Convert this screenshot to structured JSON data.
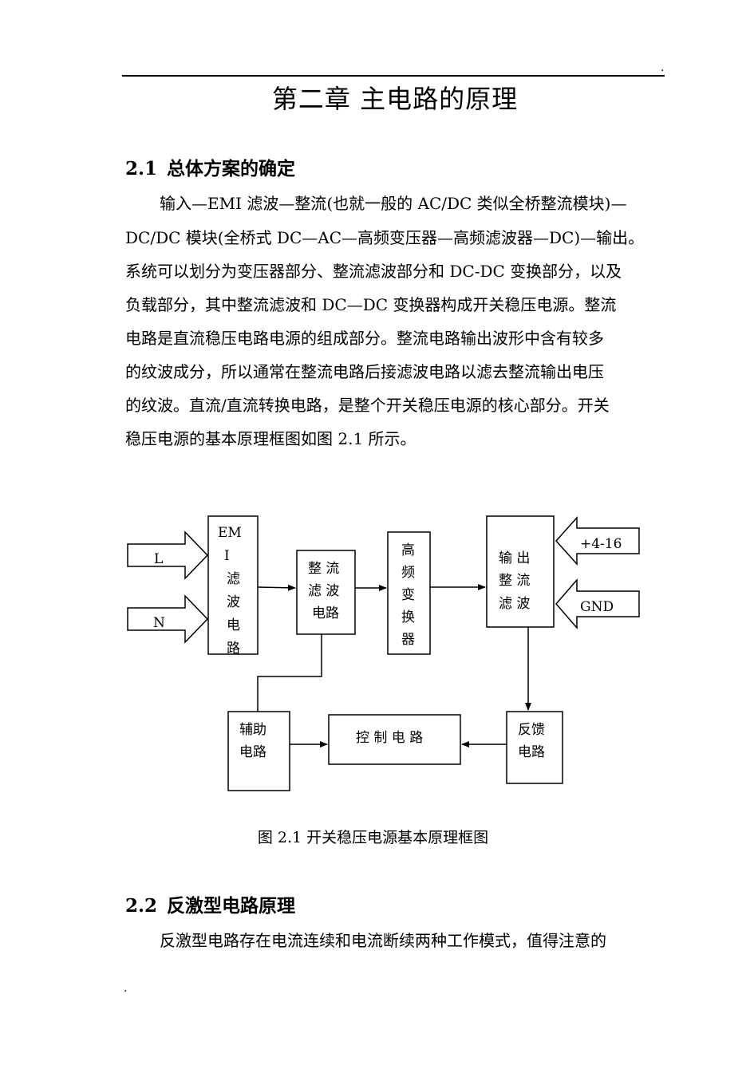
{
  "header": {
    "mark": "."
  },
  "chapter": {
    "title": "第二章  主电路的原理"
  },
  "section1": {
    "number": "2.1",
    "title": "总体方案的确定",
    "lines": [
      "输入—EMI 滤波—整流(也就一般的 AC/DC 类似全桥整流模块)—",
      "DC/DC 模块(全桥式 DC—AC—高频变压器—高频滤波器—DC)—输出。",
      "系统可以划分为变压器部分、整流滤波部分和 DC-DC 变换部分，以及",
      "负载部分，其中整流滤波和 DC—DC 变换器构成开关稳压电源。整流",
      "电路是直流稳压电路电源的组成部分。整流电路输出波形中含有较多",
      "的纹波成分，所以通常在整流电路后接滤波电路以滤去整流输出电压",
      "的纹波。直流/直流转换电路，是整个开关稳压电源的核心部分。开关",
      "稳压电源的基本原理框图如图 2.1 所示。"
    ]
  },
  "diagram": {
    "input_L": "L",
    "input_N": "N",
    "emi_lines": [
      "EM",
      "I",
      "滤",
      "波",
      "电",
      "路"
    ],
    "rectifier_lines": [
      "整 流",
      "滤 波",
      "电路"
    ],
    "hf_transformer_lines": [
      "高",
      "频",
      "变",
      "换",
      "器"
    ],
    "output_filter_lines": [
      "输  出",
      "整  流",
      "滤  波"
    ],
    "output_plus": "+4-16",
    "output_gnd": "GND",
    "aux_lines": [
      "辅助",
      "电路"
    ],
    "control": "控  制  电  路",
    "feedback_lines": [
      "反馈",
      "电路"
    ]
  },
  "figure": {
    "caption": "图 2.1  开关稳压电源基本原理框图"
  },
  "section2": {
    "number": "2.2",
    "title": "反激型电路原理",
    "lines": [
      "反激型电路存在电流连续和电流断续两种工作模式，值得注意的"
    ]
  },
  "footer": {
    "mark": "."
  }
}
